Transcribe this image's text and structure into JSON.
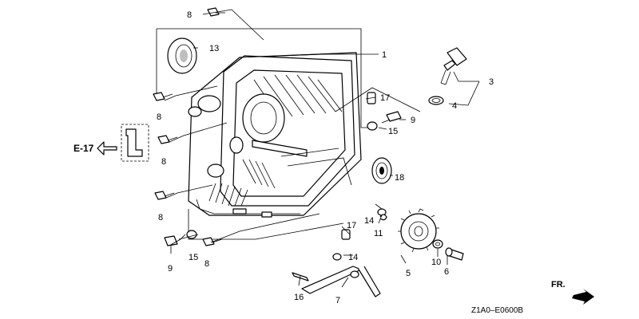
{
  "diagram_code": "Z1A0–E0600B",
  "reference": "E-17",
  "direction_label": "FR.",
  "callouts": [
    {
      "id": "c1",
      "text": "1"
    },
    {
      "id": "c3",
      "text": "3"
    },
    {
      "id": "c4",
      "text": "4"
    },
    {
      "id": "c5",
      "text": "5"
    },
    {
      "id": "c6",
      "text": "6"
    },
    {
      "id": "c7",
      "text": "7"
    },
    {
      "id": "c8a",
      "text": "8"
    },
    {
      "id": "c8b",
      "text": "8"
    },
    {
      "id": "c8c",
      "text": "8"
    },
    {
      "id": "c8d",
      "text": "8"
    },
    {
      "id": "c8e",
      "text": "8"
    },
    {
      "id": "c9a",
      "text": "9"
    },
    {
      "id": "c9b",
      "text": "9"
    },
    {
      "id": "c10",
      "text": "10"
    },
    {
      "id": "c11",
      "text": "11"
    },
    {
      "id": "c13",
      "text": "13"
    },
    {
      "id": "c14a",
      "text": "14"
    },
    {
      "id": "c14b",
      "text": "14"
    },
    {
      "id": "c15a",
      "text": "15"
    },
    {
      "id": "c15b",
      "text": "15"
    },
    {
      "id": "c16",
      "text": "16"
    },
    {
      "id": "c17a",
      "text": "17"
    },
    {
      "id": "c17b",
      "text": "17"
    },
    {
      "id": "c18",
      "text": "18"
    }
  ]
}
